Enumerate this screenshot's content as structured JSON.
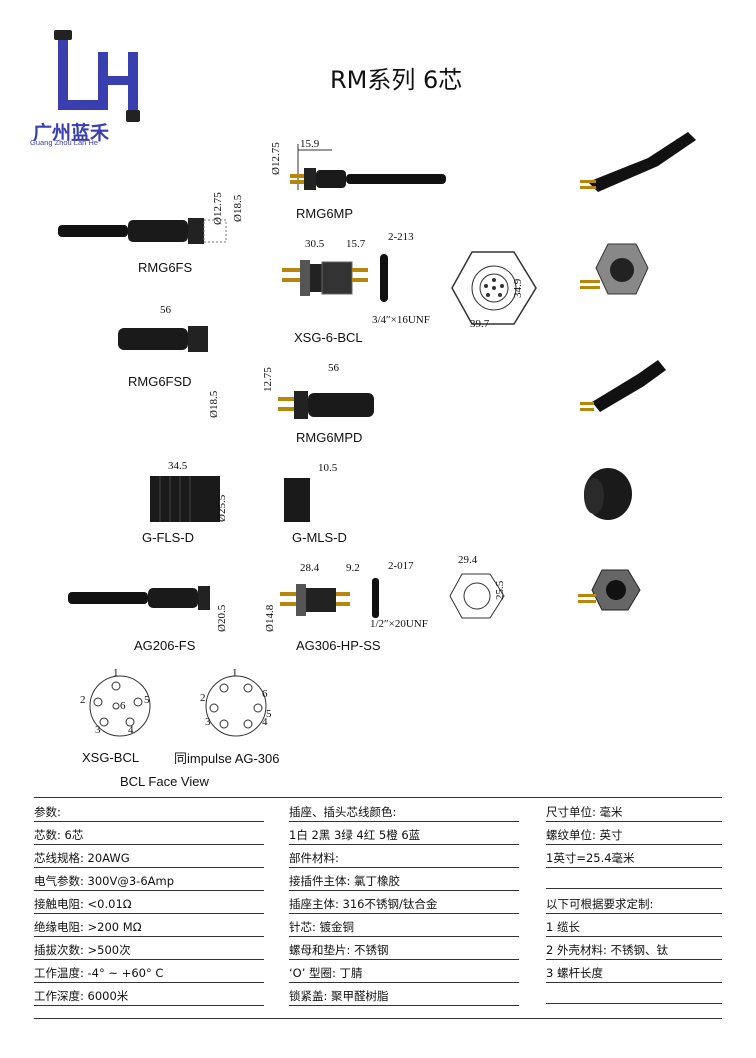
{
  "page_title": "RM系列 6芯",
  "logo": {
    "brand_cn": "广州蓝禾",
    "brand_en": "Guang Zhou Lan He",
    "letters": "LH",
    "color": "#3a3fb0"
  },
  "drawings": {
    "rmg6mp": {
      "label": "RMG6MP",
      "dims": [
        "15.9",
        "Ø12.75"
      ]
    },
    "rmg6fs": {
      "label": "RMG6FS",
      "dims": [
        "Ø12.75",
        "Ø18.5"
      ]
    },
    "xsg6bcl": {
      "label": "XSG-6-BCL",
      "dims": [
        "30.5",
        "15.7",
        "2-213",
        "3/4″×16UNF"
      ]
    },
    "hex_view": {
      "dims": [
        "34.9",
        "39.7"
      ]
    },
    "rmg6fsd": {
      "label": "RMG6FSD",
      "dims": [
        "56",
        "Ø18.5"
      ]
    },
    "rmg6mpd": {
      "label": "RMG6MPD",
      "dims": [
        "56",
        "12.75"
      ]
    },
    "gfls": {
      "label": "G-FLS-D",
      "dims": [
        "34.5",
        "Ø25.5"
      ]
    },
    "gmls": {
      "label": "G-MLS-D",
      "dims": [
        "10.5"
      ]
    },
    "ag206": {
      "label": "AG206-FS",
      "dims": [
        "Ø20.5"
      ]
    },
    "ag306": {
      "label": "AG306-HP-SS",
      "dims": [
        "28.4",
        "9.2",
        "2-017",
        "1/2″×20UNF",
        "Ø14.8"
      ]
    },
    "small_hex": {
      "dims": [
        "29.4",
        "25.5"
      ]
    }
  },
  "face_views": {
    "bcl": {
      "label": "XSG-BCL",
      "pins": [
        "1",
        "2",
        "3",
        "4",
        "5",
        "6"
      ]
    },
    "impulse": {
      "label": "同impulse AG-306",
      "pins": [
        "1",
        "2",
        "3",
        "4",
        "5",
        "6"
      ]
    },
    "caption": "BCL Face View"
  },
  "specs": {
    "col1": [
      "参数:",
      "芯数: 6芯",
      "芯线规格: 20AWG",
      "电气参数: 300V@3-6Amp",
      "接触电阻: <0.01Ω",
      "绝缘电阻: >200 MΩ",
      "插拔次数: >500次",
      "工作温度: -4° ~ +60° C",
      "工作深度: 6000米"
    ],
    "col2": [
      "插座、插头芯线颜色:",
      "1白 2黑  3绿  4红  5橙  6蓝",
      "部件材料:",
      "接插件主体: 氯丁橡胶",
      "插座主体: 316不锈钢/钛合金",
      "针芯: 镀金铜",
      "螺母和垫片: 不锈钢",
      "‘O’ 型圈: 丁腈",
      "锁紧盖:  聚甲醛树脂"
    ],
    "col3": [
      "尺寸单位: 毫米",
      "螺纹单位: 英寸",
      "1英寸=25.4毫米",
      "",
      "以下可根据要求定制:",
      "1 缆长",
      "2 外壳材料: 不锈钢、钛",
      "3 螺杆长度",
      ""
    ]
  }
}
